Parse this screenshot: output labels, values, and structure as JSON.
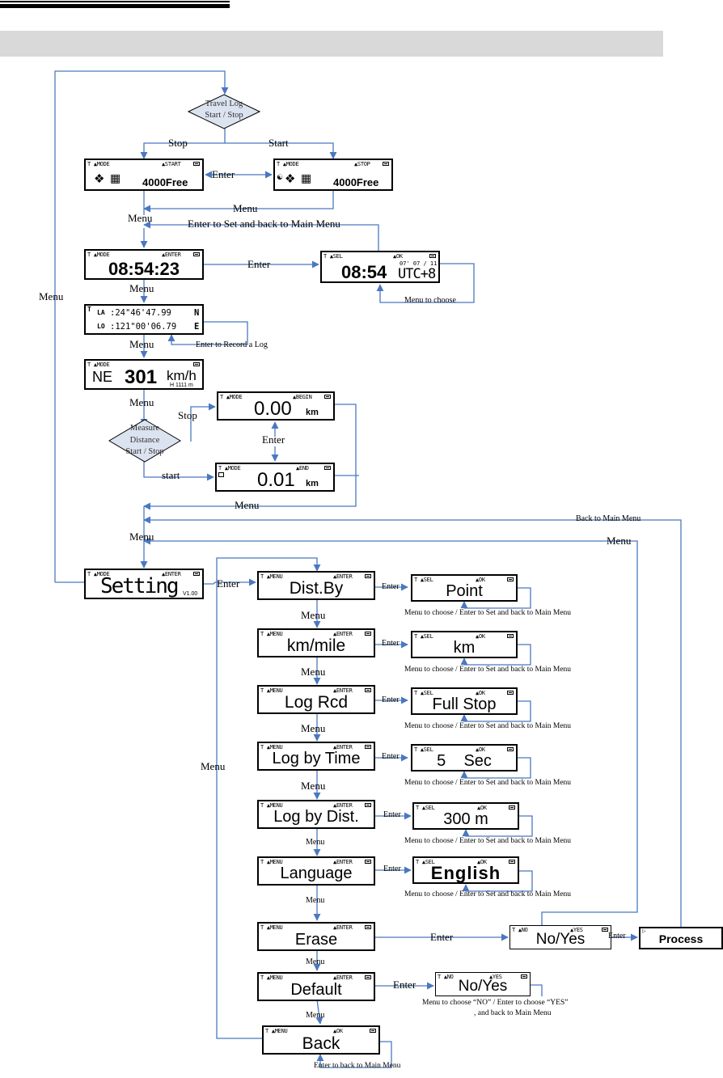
{
  "header": {
    "section_title": ""
  },
  "colors": {
    "connector": "#4a78c0",
    "lcd_border": "#000000",
    "diamond_fill": "#dce3f0",
    "section_bar": "#d9d9d9"
  },
  "travel_log": {
    "decision": {
      "line1": "Travel Log",
      "line2": "Start / Stop"
    },
    "branch_stop": "Stop",
    "branch_start": "Start",
    "screen_stopped": {
      "left": "▇MODE",
      "right": "▲START",
      "main": "4000Free"
    },
    "screen_running": {
      "left": "▇MODE",
      "right": "▲STOP",
      "main": "4000Free"
    },
    "toggle_label": "Enter",
    "menu_label": "Menu"
  },
  "time": {
    "menu_above": "Menu",
    "return_label": "Enter to Set and back to Main Menu",
    "screen": {
      "left": "MODE",
      "right": "ENTER",
      "main": "08:54:23"
    },
    "enter_label": "Enter",
    "edit_screen": {
      "left": "SEL",
      "right": "OK",
      "main": "08:54",
      "date": "07' 07 / 11",
      "tz": "UTC+8"
    },
    "choose_label": "Menu to choose"
  },
  "position": {
    "menu_above": "Menu",
    "screen": {
      "lat_label": "LA",
      "lat": ":24\"46'47.99",
      "lat_dir": "N",
      "lon_label": "LO",
      "lon": ":121\"00'06.79",
      "lon_dir": "E"
    },
    "record_label": "Enter to Record a Log"
  },
  "speed": {
    "menu_above": "Menu",
    "screen": {
      "left": "MODE",
      "heading": "NE",
      "speed": "301",
      "unit": "km/h",
      "alt": "H 1111 m"
    }
  },
  "distance": {
    "menu_above": "Menu",
    "decision": {
      "line1": "Measure",
      "line2": "Distance",
      "line3": "Start / Stop"
    },
    "branch_stop": "Stop",
    "branch_start": "start",
    "screen_begin": {
      "left": "MODE",
      "right": "BEGIN",
      "main": "0.00",
      "unit": "km"
    },
    "screen_end": {
      "left": "MODE",
      "right": "END",
      "main": "0.01",
      "unit": "km"
    },
    "enter_label": "Enter",
    "menu_label": "Menu"
  },
  "main_loop": {
    "left_menu": "Menu",
    "back_to_main": "Back to Main Menu",
    "menu_right": "Menu",
    "menu_center": "Menu"
  },
  "setting": {
    "screen": {
      "left": "MODE",
      "right": "ENTER",
      "main": "Setting",
      "version": "V1.00"
    },
    "enter_label": "Enter",
    "side_menu": "Menu",
    "items": [
      {
        "title": "Dist.By",
        "left": "MENU",
        "right": "ENTER",
        "enter": "Enter",
        "value": "Point",
        "value_left": "SEL",
        "value_right": "OK",
        "hint": "Menu to choose / Enter to Set and back to Main Menu",
        "menu": "Menu"
      },
      {
        "title": "km/mile",
        "left": "MENU",
        "right": "ENTER",
        "enter": "Enter",
        "value": "km",
        "value_left": "SEL",
        "value_right": "OK",
        "hint": "Menu to choose / Enter to Set and back to Main Menu",
        "menu": "Menu"
      },
      {
        "title": "Log Rcd",
        "left": "MENU",
        "right": "ENTER",
        "enter": "Enter",
        "value": "Full Stop",
        "value_left": "SEL",
        "value_right": "OK",
        "hint": "Menu to choose / Enter to Set and back to Main Menu",
        "menu": "Menu"
      },
      {
        "title": "Log by Time",
        "left": "MENU",
        "right": "ENTER",
        "enter": "Enter",
        "value": "5    Sec",
        "value_left": "SEL",
        "value_right": "OK",
        "hint": "Menu to choose / Enter to Set and back to Main Menu",
        "menu": "Menu"
      },
      {
        "title": "Log by Dist.",
        "left": "MENU",
        "right": "ENTER",
        "enter": "Enter",
        "value": "300 m",
        "value_left": "SEL",
        "value_right": "OK",
        "hint": "Menu to choose / Enter to Set and back to Main Menu",
        "menu": "Menu"
      },
      {
        "title": "Language",
        "left": "MENU",
        "right": "ENTER",
        "enter": "Enter",
        "value": "English",
        "value_left": "SEL",
        "value_right": "OK",
        "hint": "Menu to choose / Enter to Set and back to Main Menu",
        "menu": "Menu"
      }
    ],
    "erase": {
      "title": "Erase",
      "left": "MENU",
      "right": "ENTER",
      "enter": "Enter",
      "confirm": {
        "left": "NO",
        "right": "YES",
        "main": "No/Yes"
      },
      "enter2": "Enter",
      "process": "Process",
      "menu": "Menu"
    },
    "default": {
      "title": "Default",
      "left": "MENU",
      "right": "ENTER",
      "enter": "Enter",
      "confirm": {
        "left": "NO",
        "right": "YES",
        "main": "No/Yes"
      },
      "hint1": "Menu to choose  “NO”  / Enter to choose  “YES”",
      "hint2": ", and back to Main Menu",
      "menu": "Menu"
    },
    "back": {
      "title": "Back",
      "left": "MENU",
      "right": "OK",
      "hint": "Enter to  back to Main Menu"
    }
  }
}
